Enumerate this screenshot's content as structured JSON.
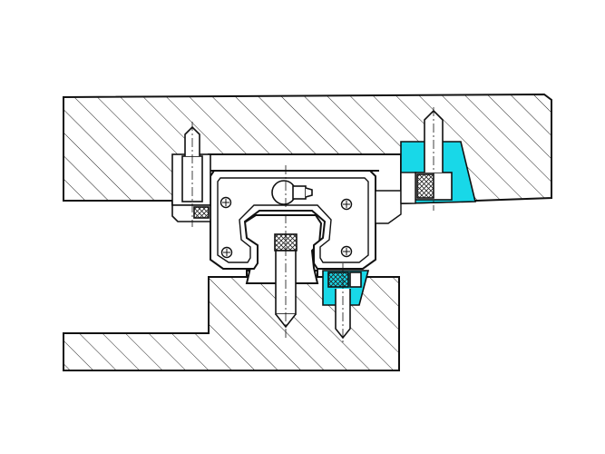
{
  "drawing": {
    "colors": {
      "background": "#ffffff",
      "outline": "#111111",
      "hatch": "#222222",
      "accent_fill": "#18d8e8"
    },
    "parts": [
      "upper-table-plate",
      "lower-base-plate",
      "linear-guide-carriage",
      "guide-rail",
      "grease-nipple",
      "left-clamp-block",
      "right-wedge-clamp",
      "lower-wedge-clamp",
      "socket-head-screws",
      "fixing-bolts",
      "end-seals"
    ]
  }
}
